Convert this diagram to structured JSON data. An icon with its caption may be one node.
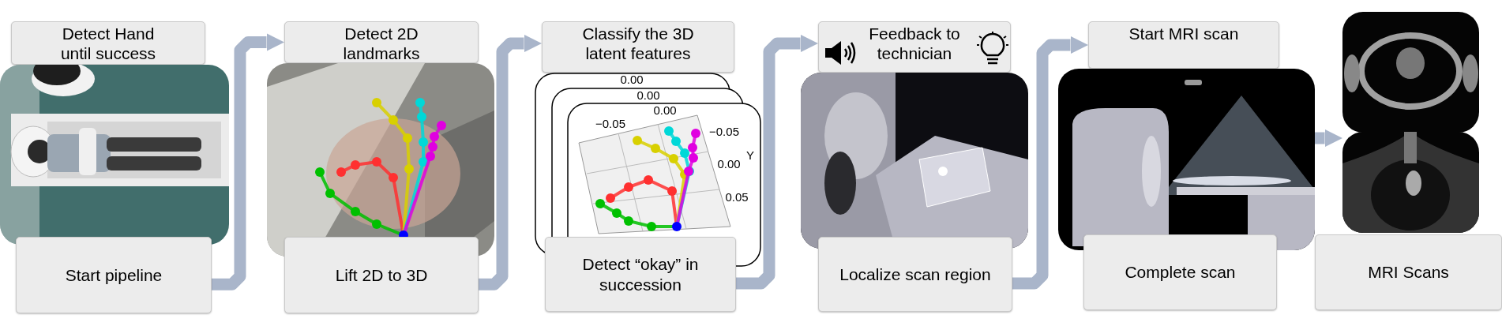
{
  "diagram": {
    "nodes": [
      {
        "text": [
          "Detect Hand until success"
        ]
      },
      {
        "text": [],
        "shape": "picture"
      },
      {
        "text": [
          "Start pipeline"
        ]
      },
      {
        "text": [
          "Detect 2D landmarks"
        ]
      },
      {
        "text": [],
        "shape": "picture"
      },
      {
        "text": [
          "Lift 2D to 3D"
        ]
      },
      {
        "text": [
          "Classify the 3D latent features"
        ]
      },
      {
        "text": [],
        "shape": "picture"
      },
      {
        "text": [
          "Detect “okay” in succession"
        ]
      },
      {
        "text": [
          "Feedback to technician"
        ]
      },
      {
        "text": [],
        "shape": "picture"
      },
      {
        "text": [
          "Localize scan region"
        ]
      },
      {
        "text": [
          "Start MRI scan"
        ]
      },
      {
        "text": [],
        "shape": "picture"
      },
      {
        "text": [
          "Complete scan"
        ]
      },
      {
        "text": [],
        "shape": "picture"
      },
      {
        "text": [],
        "shape": "picture"
      },
      {
        "text": [
          "MRI Scans"
        ]
      }
    ],
    "edges": [
      {
        "from": 2,
        "to": 3,
        "arrow": "to"
      },
      {
        "from": 5,
        "to": 6,
        "arrow": "to"
      },
      {
        "from": 8,
        "to": 9,
        "arrow": "to"
      },
      {
        "from": 11,
        "to": 12,
        "arrow": "to"
      },
      {
        "from": 13,
        "to": 16,
        "arrow": "to"
      }
    ],
    "labels": [
      "0.00",
      "0.00",
      "0.00",
      "−0.05",
      "−0.05",
      "Y",
      "0.00",
      "0.05"
    ]
  }
}
